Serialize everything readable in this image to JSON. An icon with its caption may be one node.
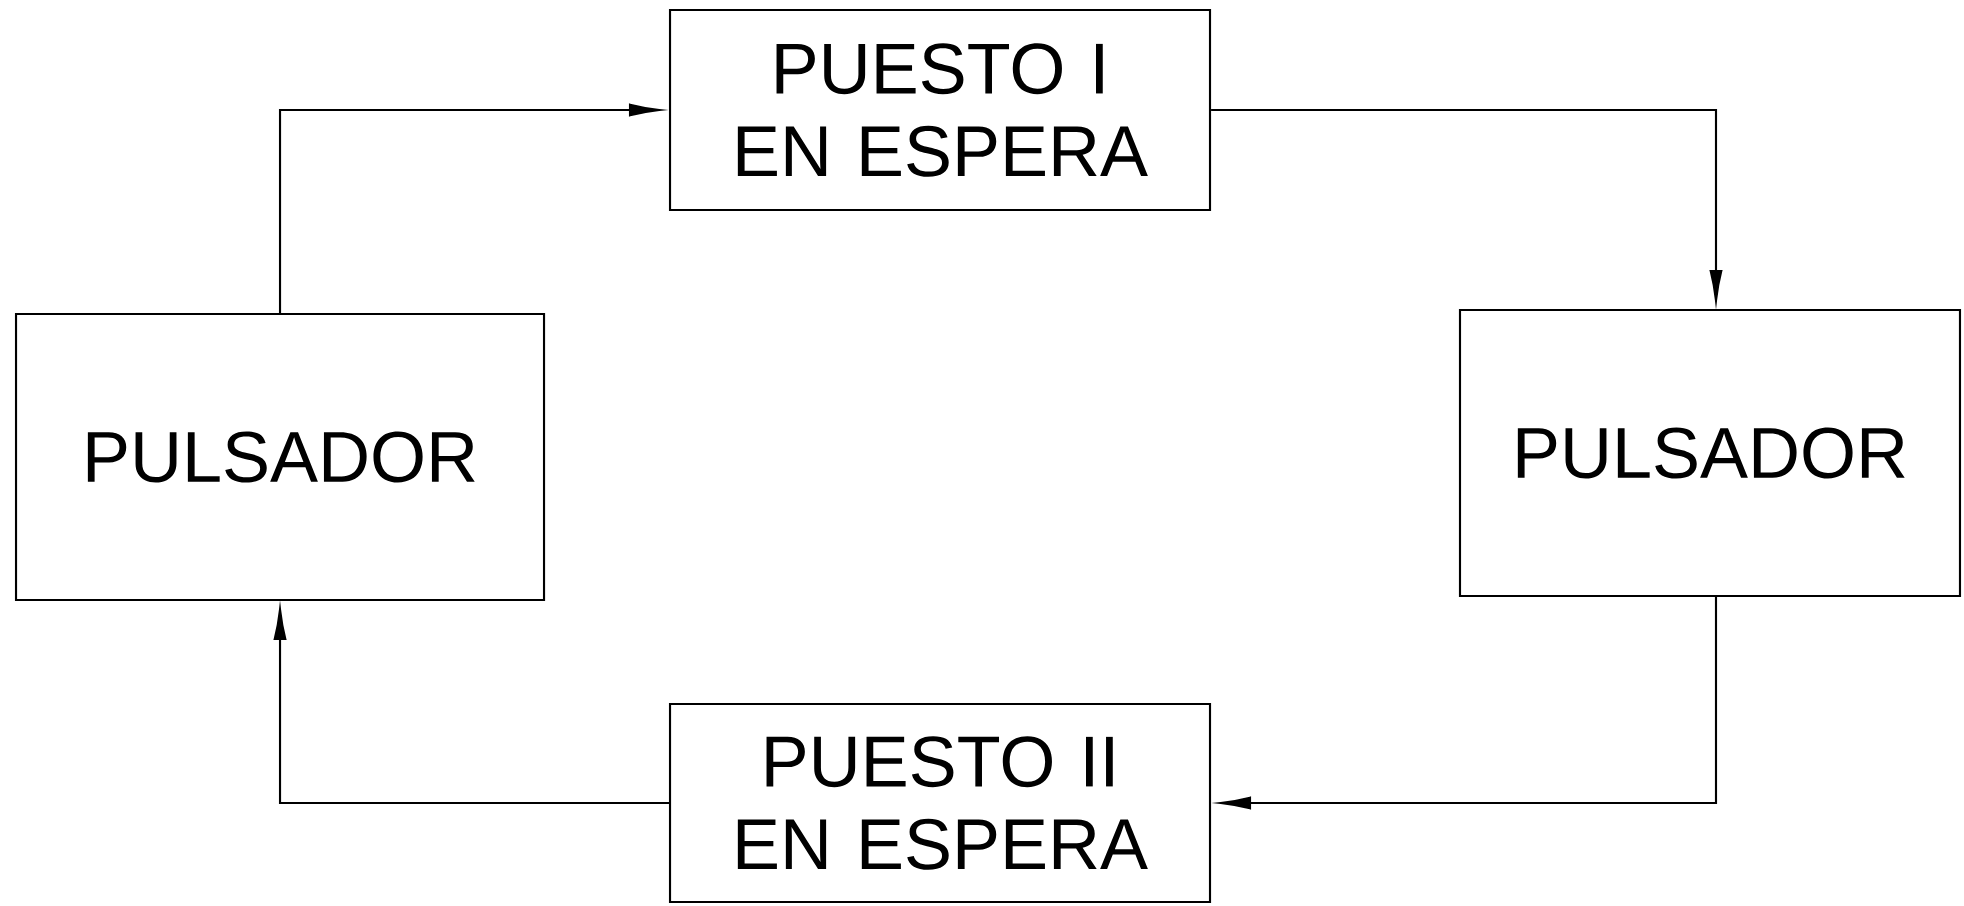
{
  "diagram": {
    "nodes": [
      {
        "text": [
          "PUESTO I EN ESPERA"
        ]
      },
      {
        "text": [
          "PULSADOR"
        ]
      },
      {
        "text": [
          "PUESTO II EN ESPERA"
        ]
      },
      {
        "text": [
          "PULSADOR"
        ]
      }
    ],
    "edges": [
      {
        "from": 3,
        "to": 0,
        "arrow": "to"
      },
      {
        "from": 0,
        "to": 1,
        "arrow": "to"
      },
      {
        "from": 1,
        "to": 2,
        "arrow": "to"
      },
      {
        "from": 2,
        "to": 3,
        "arrow": "to"
      }
    ]
  }
}
